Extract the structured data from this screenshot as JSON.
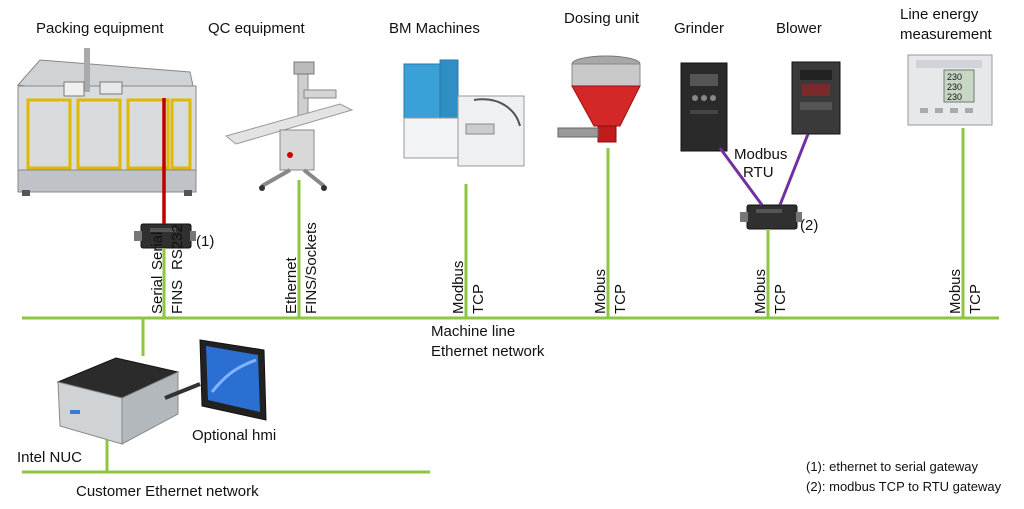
{
  "devices": {
    "packing": "Packing equipment",
    "qc": "QC equipment",
    "bm": "BM Machines",
    "dosing": "Dosing unit",
    "grinder": "Grinder",
    "blower": "Blower",
    "energy_line1": "Line energy",
    "energy_line2": "measurement",
    "nuc": "Intel NUC",
    "hmi": "Optional hmi",
    "display_readings": [
      "230",
      "230",
      "230"
    ]
  },
  "links": {
    "packing_top": [
      "Serial",
      "RS232"
    ],
    "packing_bottom": [
      "Serial",
      "FINS"
    ],
    "qc": [
      "Ethernet",
      "FINS/Sockets"
    ],
    "bm": [
      "Modbus",
      "TCP"
    ],
    "dosing": [
      "Mobus",
      "TCP"
    ],
    "gateway2": [
      "Mobus",
      "TCP"
    ],
    "energy": [
      "Mobus",
      "TCP"
    ],
    "rtu": [
      "Modbus",
      "RTU"
    ]
  },
  "gateways": {
    "g1": "(1)",
    "g2": "(2)"
  },
  "networks": {
    "machine_line1": "Machine line",
    "machine_line2": "Ethernet network",
    "customer": "Customer  Ethernet network"
  },
  "legend": {
    "item1": "(1): ethernet to serial gateway",
    "item2": "(2): modbus TCP to RTU gateway"
  },
  "colors": {
    "network": "#8dc641",
    "serial": "#c00000",
    "rtu": "#7030a0"
  }
}
